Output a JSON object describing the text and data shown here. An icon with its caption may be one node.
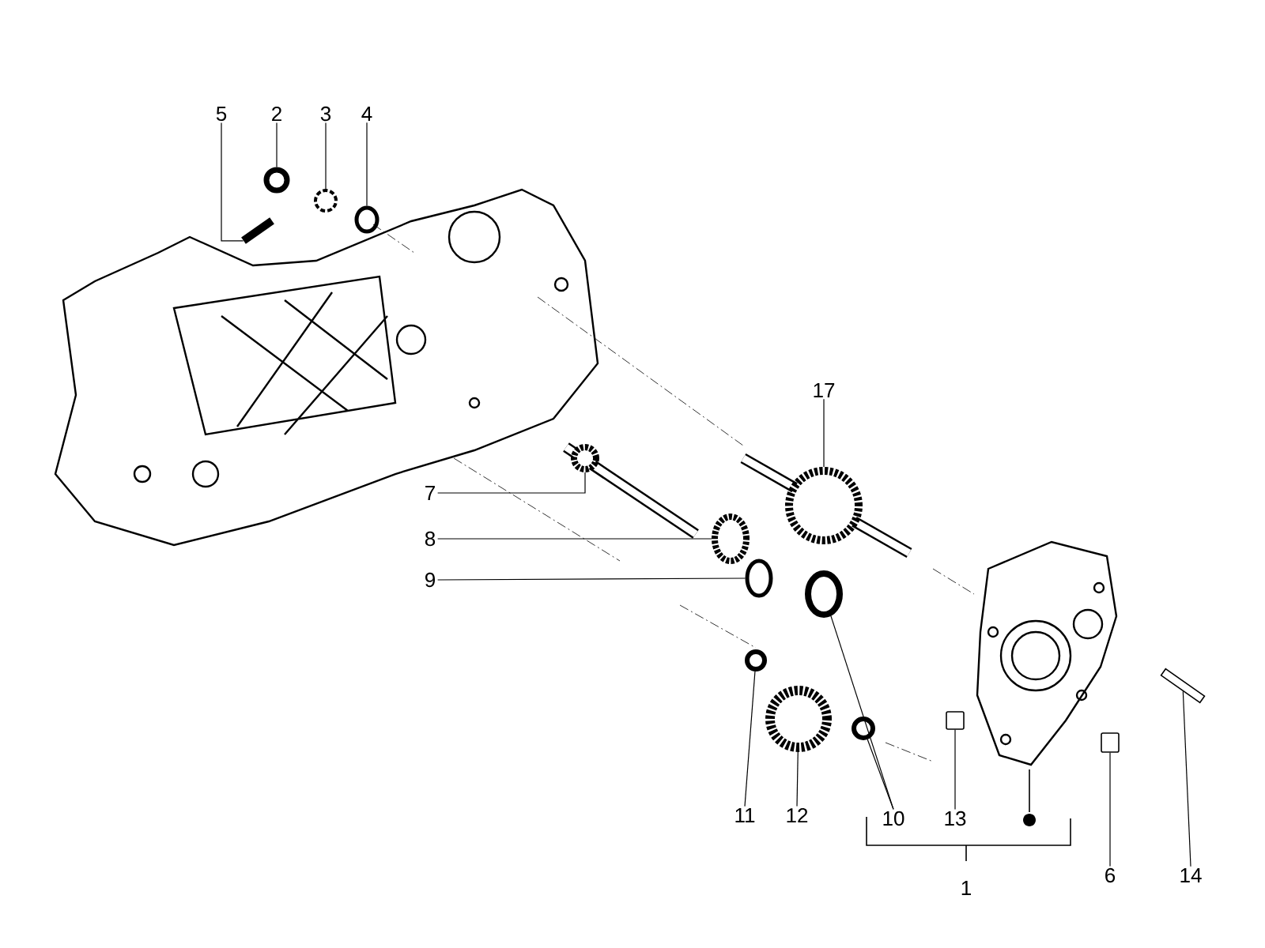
{
  "diagram": {
    "nodes": [
      {
        "text": [
          "5"
        ]
      },
      {
        "text": [
          "2"
        ]
      },
      {
        "text": [
          "3"
        ]
      },
      {
        "text": [
          "4"
        ]
      },
      {
        "text": [
          "17"
        ]
      },
      {
        "text": [
          "7"
        ]
      },
      {
        "text": [
          "8"
        ]
      },
      {
        "text": [
          "9"
        ]
      },
      {
        "text": [
          "11"
        ]
      },
      {
        "text": [
          "12"
        ]
      },
      {
        "text": [
          "10"
        ]
      },
      {
        "text": [
          "13"
        ]
      },
      {
        "text": [
          "6"
        ]
      },
      {
        "text": [
          "14"
        ]
      },
      {
        "text": [],
        "shape": "bar"
      },
      {
        "text": [],
        "shape": "circle"
      },
      {
        "text": [],
        "shape": "circle"
      },
      {
        "text": [],
        "shape": "circle"
      },
      {
        "text": [],
        "shape": "circle"
      },
      {
        "text": [],
        "shape": "circle"
      },
      {
        "text": [],
        "shape": "circle"
      },
      {
        "text": [],
        "shape": "circle"
      },
      {
        "text": [],
        "shape": "circle"
      },
      {
        "text": [],
        "shape": "circle"
      },
      {
        "text": [],
        "shape": "circle"
      },
      {
        "text": [],
        "shape": "circle"
      },
      {
        "text": [],
        "shape": "box"
      },
      {
        "text": [],
        "shape": "box"
      },
      {
        "text": [],
        "shape": "bar"
      }
    ],
    "edges": [
      {
        "from": 0,
        "to": 14,
        "arrow": "none"
      },
      {
        "from": 1,
        "to": 15,
        "arrow": "none"
      },
      {
        "from": 2,
        "to": 16,
        "arrow": "none"
      },
      {
        "from": 3,
        "to": 17,
        "arrow": "none"
      },
      {
        "from": 4,
        "to": 18,
        "arrow": "none"
      },
      {
        "from": 5,
        "to": 19,
        "arrow": "none"
      },
      {
        "from": 6,
        "to": 20,
        "arrow": "none"
      },
      {
        "from": 7,
        "to": 21,
        "arrow": "none"
      },
      {
        "from": 8,
        "to": 23,
        "arrow": "none"
      },
      {
        "from": 9,
        "to": 24,
        "arrow": "none"
      },
      {
        "from": 10,
        "to": 22,
        "arrow": "none"
      },
      {
        "from": 10,
        "to": 25,
        "arrow": "none"
      },
      {
        "from": 11,
        "to": 26,
        "arrow": "none"
      },
      {
        "from": 12,
        "to": 27,
        "arrow": "none"
      },
      {
        "from": 13,
        "to": 28,
        "arrow": "none"
      }
    ],
    "labels": [
      "1"
    ]
  }
}
